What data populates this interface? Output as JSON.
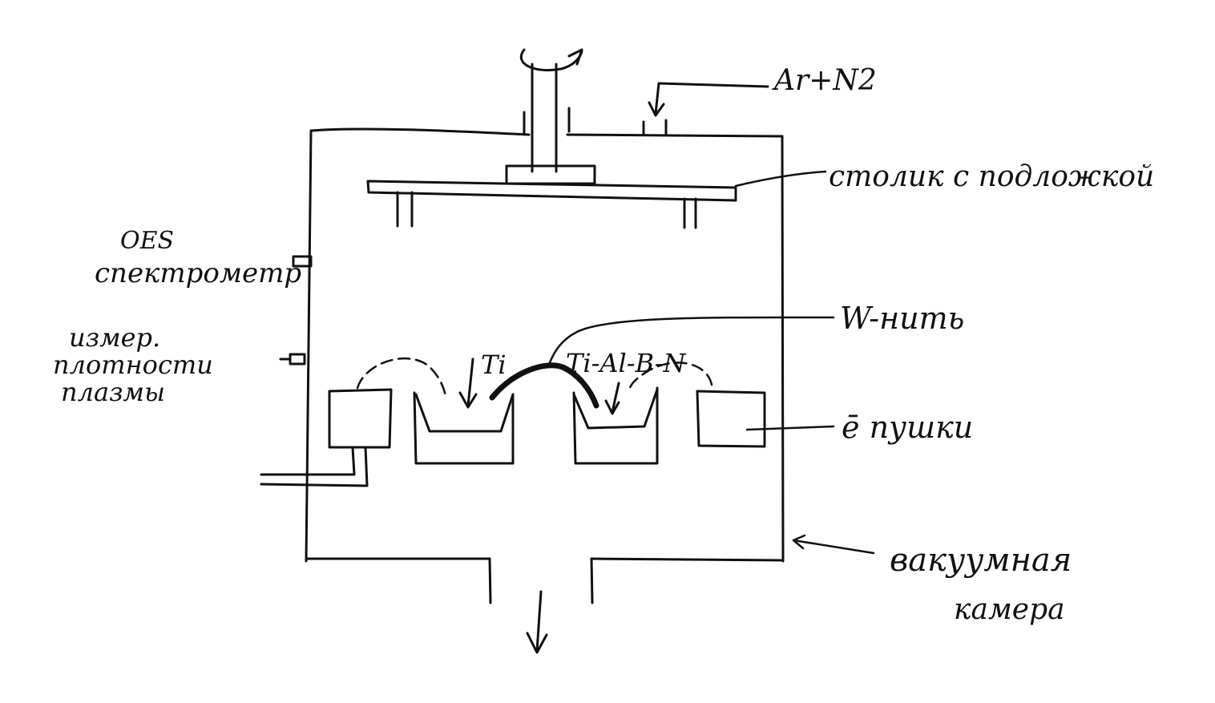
{
  "labels": {
    "gas": "Ar+N2",
    "substrate_table": "столик с подложкой",
    "oes_line1": "OES",
    "oes_line2": "спектрометр",
    "plasma_line1": "измер.",
    "plasma_line2": "плотности",
    "plasma_line3": "плазмы",
    "filament": "W-нить",
    "target_ti": "Ti",
    "target_tialbn": "Ti-Al-B-N",
    "electron_guns": "ē пушки",
    "chamber_line1": "вакуумная",
    "chamber_line2": "камера"
  },
  "colors": {
    "ink": "#111111",
    "paper": "#ffffff"
  }
}
